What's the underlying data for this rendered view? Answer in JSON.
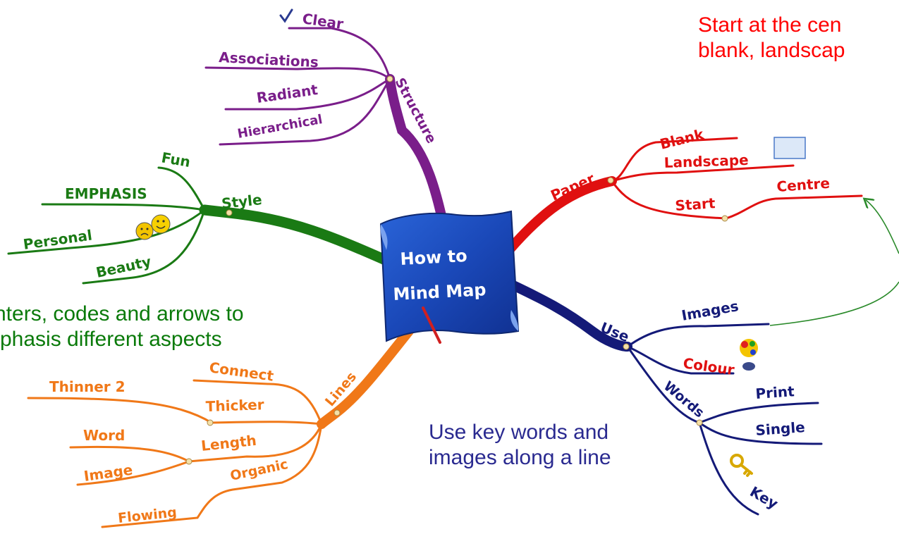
{
  "center": {
    "line1": "How to",
    "line2": "Mind Map"
  },
  "notes": {
    "top_right": {
      "line1": "Start at the cen",
      "line2": "blank, landscap"
    },
    "left": {
      "line1": "nters, codes and arrows to",
      "line2": "phasis different aspects"
    },
    "bottom": {
      "line1": "Use key words and",
      "line2": "images along a line"
    }
  },
  "branches": {
    "structure": {
      "label": "Structure",
      "color": "#7a1e8a",
      "children": [
        "Clear",
        "Associations",
        "Radiant",
        "Hierarchical"
      ]
    },
    "style": {
      "label": "Style",
      "color": "#1a7a14",
      "children": [
        "Fun",
        "EMPHASIS",
        "Personal",
        "Beauty"
      ]
    },
    "paper": {
      "label": "Paper",
      "color": "#e01010",
      "children": [
        "Blank",
        "Landscape",
        "Start",
        "Centre"
      ]
    },
    "use": {
      "label": "Use",
      "color": "#141a78",
      "children": [
        "Images",
        "Colour",
        "Words",
        "Print",
        "Single",
        "Key"
      ]
    },
    "lines": {
      "label": "Lines",
      "color": "#f07818",
      "children": [
        "Connect",
        "Thinner 2",
        "Thicker",
        "Word",
        "Length",
        "Image",
        "Organic",
        "Flowing"
      ]
    }
  },
  "icons": [
    "checkmark-icon",
    "smiley-faces-icon",
    "landscape-paper-icon",
    "colour-palette-icon",
    "key-icon",
    "pencil-icon",
    "arrow-connector-icon"
  ]
}
